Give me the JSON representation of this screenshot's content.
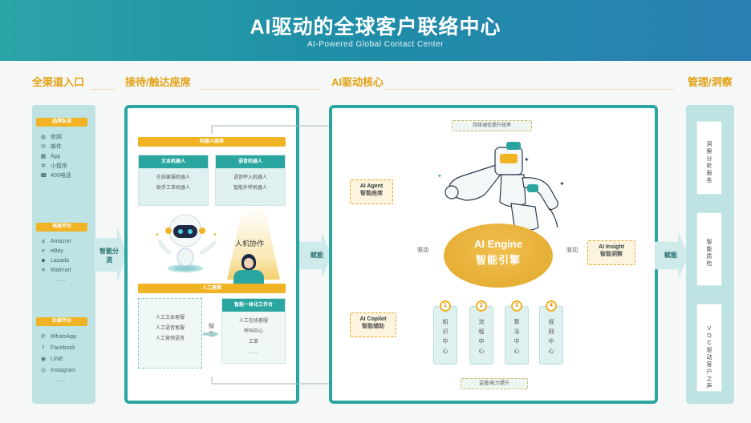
{
  "header": {
    "title": "AI驱动的全球客户联络中心",
    "subtitle": "AI-Powered Global Contact Center"
  },
  "sections": {
    "channels": "全渠道入口",
    "reception": "接待/触达座席",
    "core": "AI驱动核心",
    "management": "管理/洞察"
  },
  "channels": {
    "brand": {
      "title": "品牌私域",
      "items": [
        {
          "icon": "globe-icon",
          "label": "官网"
        },
        {
          "icon": "mail-icon",
          "label": "邮件"
        },
        {
          "icon": "app-icon",
          "label": "App"
        },
        {
          "icon": "mini-program-icon",
          "label": "小程序"
        },
        {
          "icon": "phone-icon",
          "label": "400电话"
        }
      ]
    },
    "ecommerce": {
      "title": "电商平台",
      "items": [
        {
          "icon": "amazon-icon",
          "label": "Amazon"
        },
        {
          "icon": "ebay-icon",
          "label": "eBay"
        },
        {
          "icon": "lazada-icon",
          "label": "Lazada"
        },
        {
          "icon": "walmart-icon",
          "label": "Walmart"
        },
        {
          "icon": "",
          "label": "……"
        }
      ]
    },
    "social": {
      "title": "社媒平台",
      "items": [
        {
          "icon": "whatsapp-icon",
          "label": "WhatsApp"
        },
        {
          "icon": "facebook-icon",
          "label": "Facebook"
        },
        {
          "icon": "line-icon",
          "label": "LINE"
        },
        {
          "icon": "instagram-icon",
          "label": "Instagram"
        },
        {
          "icon": "",
          "label": "……"
        }
      ]
    }
  },
  "arrows": {
    "smart_dispatch": "智能分流",
    "empower_left": "赋能",
    "empower_right": "赋能",
    "drive_left": "驱动",
    "drive_right": "驱动"
  },
  "reception": {
    "robot_seats": "机器人座席",
    "text_robot": {
      "title": "文本机器人",
      "lines": [
        "在线客服机器人",
        "助手工单机器人"
      ]
    },
    "voice_robot": {
      "title": "语音机器人",
      "lines": [
        "语音呼入机器人",
        "智能外呼机器人"
      ]
    },
    "collab": "人机协作",
    "human_seats": "人工座席",
    "human_lines": [
      "人工文本客服",
      "人工语音客服",
      "人工营销语音"
    ],
    "empower_mid": "赋能",
    "workbench": {
      "title": "智能一体化工作台",
      "lines": [
        "人工在线客服",
        "呼叫中心",
        "工单",
        "……"
      ]
    }
  },
  "core": {
    "continuous": "持续调优提升效率",
    "supervise": "监管/能力提升",
    "engine_en": "AI Engine",
    "engine_cn": "智能引擎",
    "agent": {
      "en": "AI Agent",
      "cn": "智能座席"
    },
    "copilot": {
      "en": "AI Copilot",
      "cn": "智能辅助"
    },
    "insight": {
      "en": "AI Insight",
      "cn": "智能洞察"
    },
    "centers": [
      {
        "num": "1",
        "name": "知识中心"
      },
      {
        "num": "2",
        "name": "流程中心"
      },
      {
        "num": "3",
        "name": "算法中心"
      },
      {
        "num": "4",
        "name": "规则中心"
      }
    ]
  },
  "management": {
    "items": [
      "洞察分析报告",
      "智能质检",
      "VOC驱动客户之声"
    ]
  },
  "colors": {
    "teal": "#2aa5a0",
    "gold": "#f0b323",
    "header_start": "#2ba4a7",
    "header_end": "#2a7fb3"
  }
}
